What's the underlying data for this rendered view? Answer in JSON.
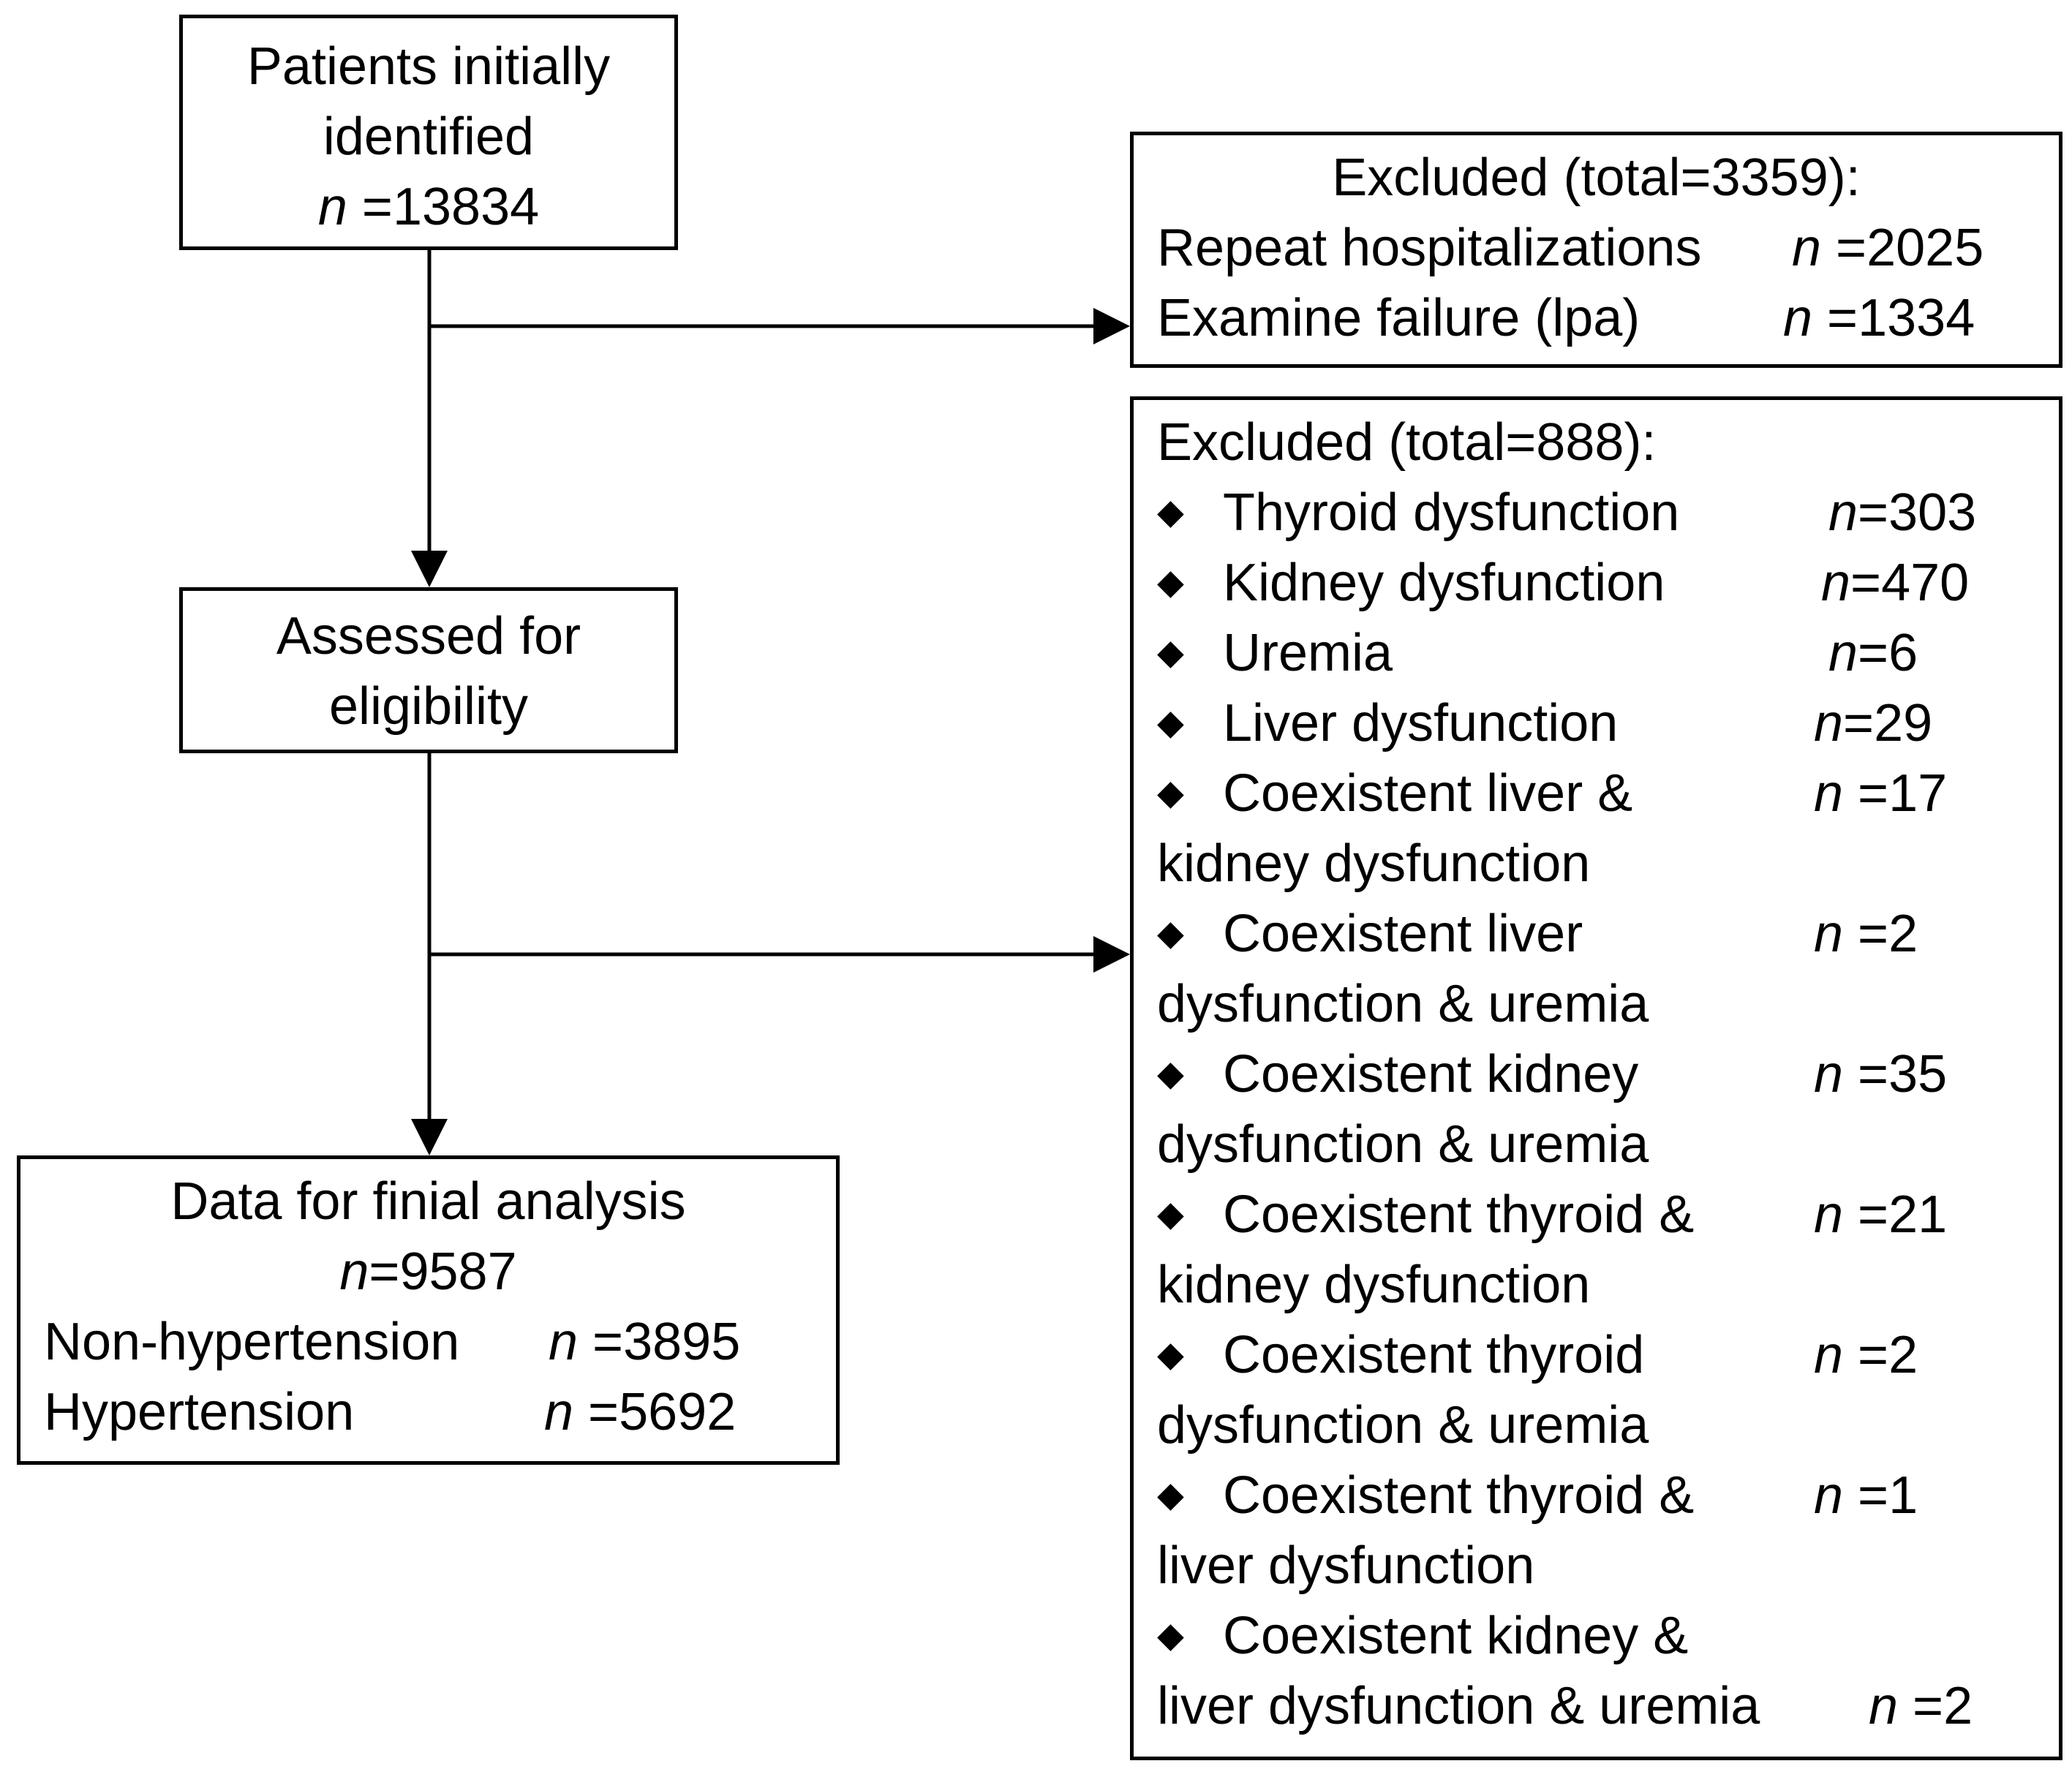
{
  "box_initial": {
    "line1": "Patients initially",
    "line2": "identified",
    "n_symbol": "n",
    "count": " =13834"
  },
  "box_excluded1": {
    "title": "Excluded (total=3359):",
    "rows": [
      {
        "label": "Repeat hospitalizations",
        "n_symbol": "n",
        "count": " =2025"
      },
      {
        "label": "Examine failure (lpa)",
        "n_symbol": "n",
        "count": " =1334"
      }
    ]
  },
  "box_assessed": {
    "line1": "Assessed for",
    "line2": "eligibility"
  },
  "box_final": {
    "title": "Data for finial analysis",
    "n_symbol": "n",
    "count": "=9587",
    "rows": [
      {
        "label": "Non-hypertension",
        "n_symbol": "n",
        "count": " =3895"
      },
      {
        "label": "Hypertension",
        "n_symbol": "n",
        "count": " =5692"
      }
    ]
  },
  "box_excluded2": {
    "title": "Excluded (total=888):",
    "bullet": "◆",
    "items": [
      {
        "line1": "Thyroid dysfunction",
        "line2": "",
        "n_symbol": "n",
        "count": "=303"
      },
      {
        "line1": "Kidney dysfunction",
        "line2": "",
        "n_symbol": "n",
        "count": "=470"
      },
      {
        "line1": "Uremia",
        "line2": "",
        "n_symbol": "n",
        "count": "=6"
      },
      {
        "line1": "Liver dysfunction",
        "line2": "",
        "n_symbol": "n",
        "count": "=29"
      },
      {
        "line1": "Coexistent liver &",
        "line2": "kidney  dysfunction",
        "n_symbol": "n",
        "count": " =17"
      },
      {
        "line1": "Coexistent liver",
        "line2": "dysfunction & uremia",
        "n_symbol": "n",
        "count": " =2"
      },
      {
        "line1": "Coexistent kidney",
        "line2": "dysfunction & uremia",
        "n_symbol": "n",
        "count": " =35"
      },
      {
        "line1": "Coexistent thyroid &",
        "line2": "kidney dysfunction",
        "n_symbol": "n",
        "count": " =21"
      },
      {
        "line1": "Coexistent thyroid",
        "line2": "dysfunction & uremia",
        "n_symbol": "n",
        "count": " =2"
      },
      {
        "line1": "Coexistent thyroid &",
        "line2": "liver dysfunction",
        "n_symbol": "n",
        "count": " =1"
      },
      {
        "line1": "Coexistent kidney &",
        "line2": "liver dysfunction & uremia",
        "n_symbol": "n",
        "count": " =2"
      }
    ]
  }
}
